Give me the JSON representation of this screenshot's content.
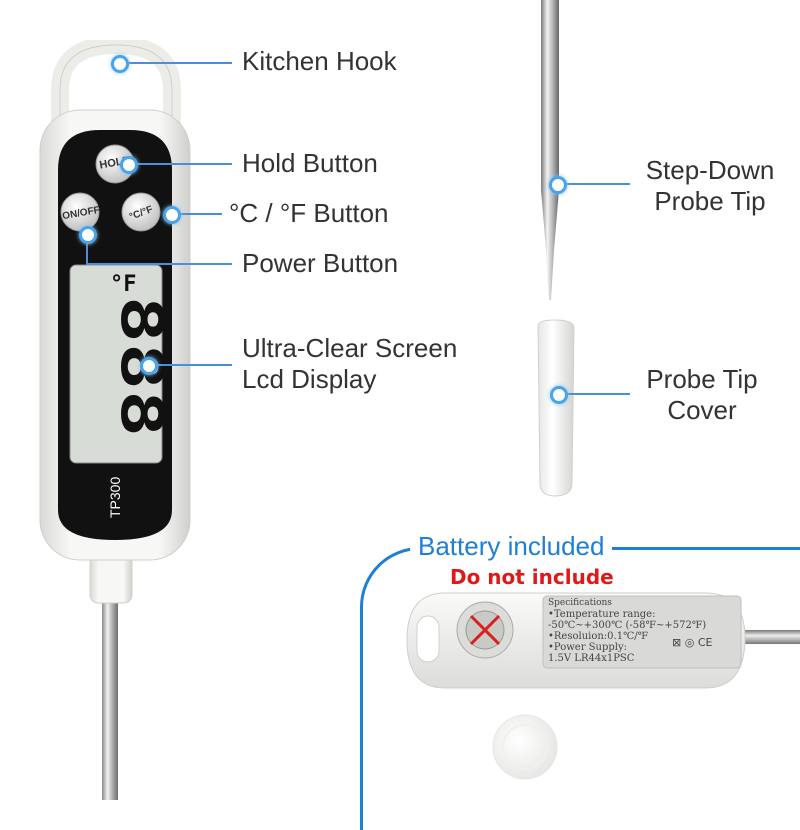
{
  "device": {
    "model": "TP300",
    "buttons": {
      "hold": "HOLD",
      "onoff": "ON/OFF",
      "unit": "°C/°F"
    },
    "lcd": {
      "digits": "888",
      "unit": "°F"
    }
  },
  "callouts": {
    "kitchen_hook": "Kitchen Hook",
    "hold_button": "Hold Button",
    "unit_button": "°C / °F Button",
    "power_button": "Power Button",
    "screen_line1": "Ultra-Clear Screen",
    "screen_line2": "Lcd Display",
    "probe_tip_line1": "Step-Down",
    "probe_tip_line2": "Probe Tip",
    "cover_line1": "Probe Tip",
    "cover_line2": "Cover"
  },
  "battery": {
    "title": "Battery included",
    "warning": "Do not include",
    "spec_heading": "Specifications",
    "spec_lines": [
      "•Temperature range:",
      " -50℃~+300℃  (-58℉~+572℉)",
      "•Resoluion:0.1℃/℉",
      "•Power Supply:",
      " 1.5V LR44x1PSC"
    ]
  },
  "colors": {
    "accent_blue": "#1e7fd6",
    "callout_line": "#4a90d9",
    "warning_red": "#e01818",
    "device_body": "#f4f4f2",
    "device_face": "#111111",
    "lcd_bg": "#d8dcd6"
  }
}
